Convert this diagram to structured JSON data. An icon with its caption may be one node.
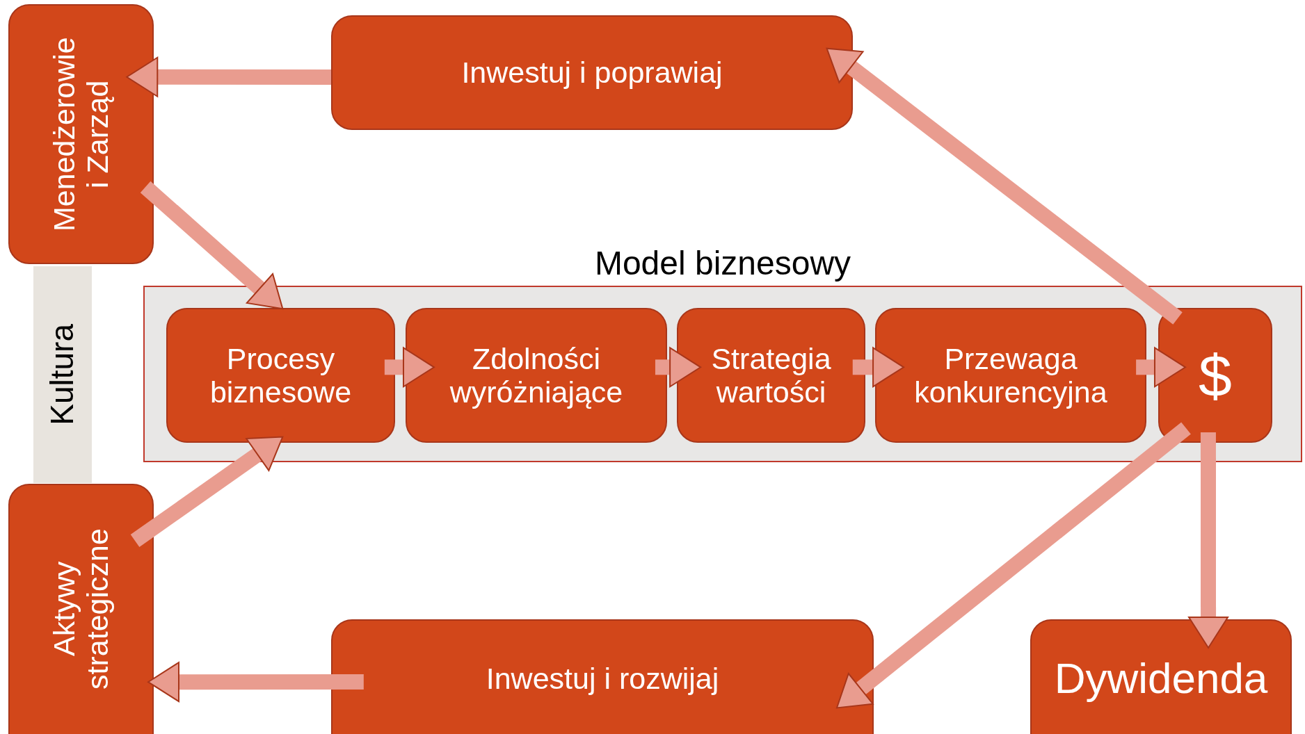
{
  "diagram": {
    "nodes": [
      {
        "text": [
          "Menedżerowie i Zarząd"
        ]
      },
      {
        "text": [
          "Inwestuj i poprawiaj"
        ]
      },
      {
        "text": [
          "Kultura"
        ]
      },
      {
        "text": [
          "Model biznesowy"
        ]
      },
      {
        "text": [
          "Procesy biznesowe"
        ],
        "in": 3
      },
      {
        "text": [
          "Zdolności wyróżniające"
        ],
        "in": 3
      },
      {
        "text": [
          "Strategia wartości"
        ],
        "in": 3
      },
      {
        "text": [
          "Przewaga konkurencyjna"
        ],
        "in": 3
      },
      {
        "text": [
          "$"
        ],
        "in": 3
      },
      {
        "text": [
          "Aktywy strategiczne"
        ]
      },
      {
        "text": [
          "Inwestuj i rozwijaj"
        ]
      },
      {
        "text": [
          "Dywidenda"
        ]
      }
    ],
    "edges": [
      {
        "from": 1,
        "to": 0,
        "arrow": "to"
      },
      {
        "from": 0,
        "to": 4,
        "arrow": "to"
      },
      {
        "from": 9,
        "to": 4,
        "arrow": "to"
      },
      {
        "from": 4,
        "to": 5,
        "arrow": "to"
      },
      {
        "from": 5,
        "to": 6,
        "arrow": "to"
      },
      {
        "from": 6,
        "to": 7,
        "arrow": "to"
      },
      {
        "from": 7,
        "to": 8,
        "arrow": "to"
      },
      {
        "from": 8,
        "to": 1,
        "arrow": "to"
      },
      {
        "from": 8,
        "to": 10,
        "arrow": "to"
      },
      {
        "from": 8,
        "to": 11,
        "arrow": "to"
      },
      {
        "from": 10,
        "to": 9,
        "arrow": "to"
      }
    ]
  }
}
